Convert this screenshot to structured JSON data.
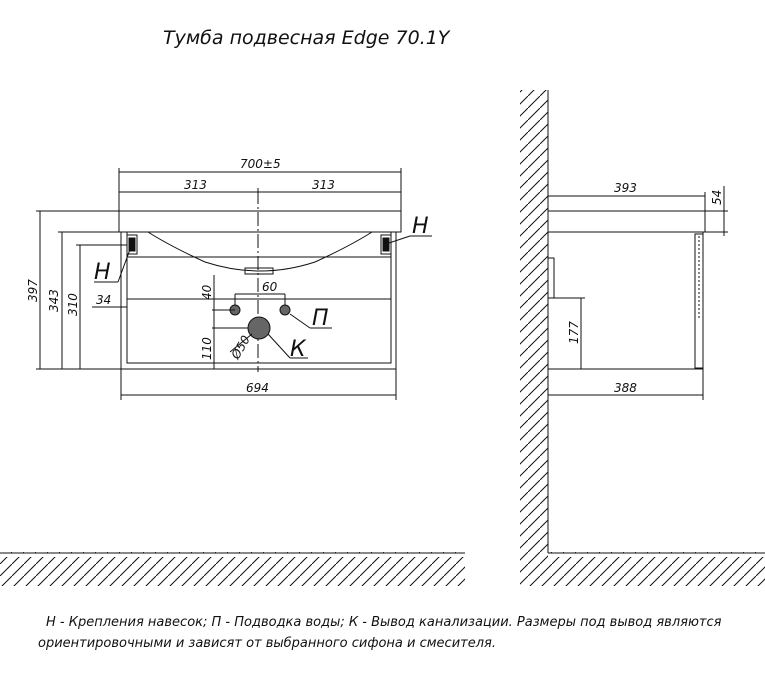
{
  "title": "Тумба подвесная Edge 70.1Y",
  "front_view": {
    "width_total": "700±5",
    "half_left": "313",
    "half_right": "313",
    "width_bottom": "694",
    "height_total": "397",
    "height_343": "343",
    "height_310": "310",
    "offset_34": "34",
    "dim_40": "40",
    "dim_60": "60",
    "dim_110": "110",
    "diameter_50": "Ø50"
  },
  "side_view": {
    "depth_top": "393",
    "depth_bottom": "388",
    "top_thickness": "54",
    "height_177": "177"
  },
  "labels": {
    "mount_left": "Н",
    "mount_right": "Н",
    "water": "П",
    "drain": "К"
  },
  "notes": {
    "line1": "Н - Крепления навесок; П - Подводка воды; К - Вывод канализации. Размеры под вывод являются",
    "line2": "ориентировочными и зависят от выбранного сифона и смесителя."
  }
}
